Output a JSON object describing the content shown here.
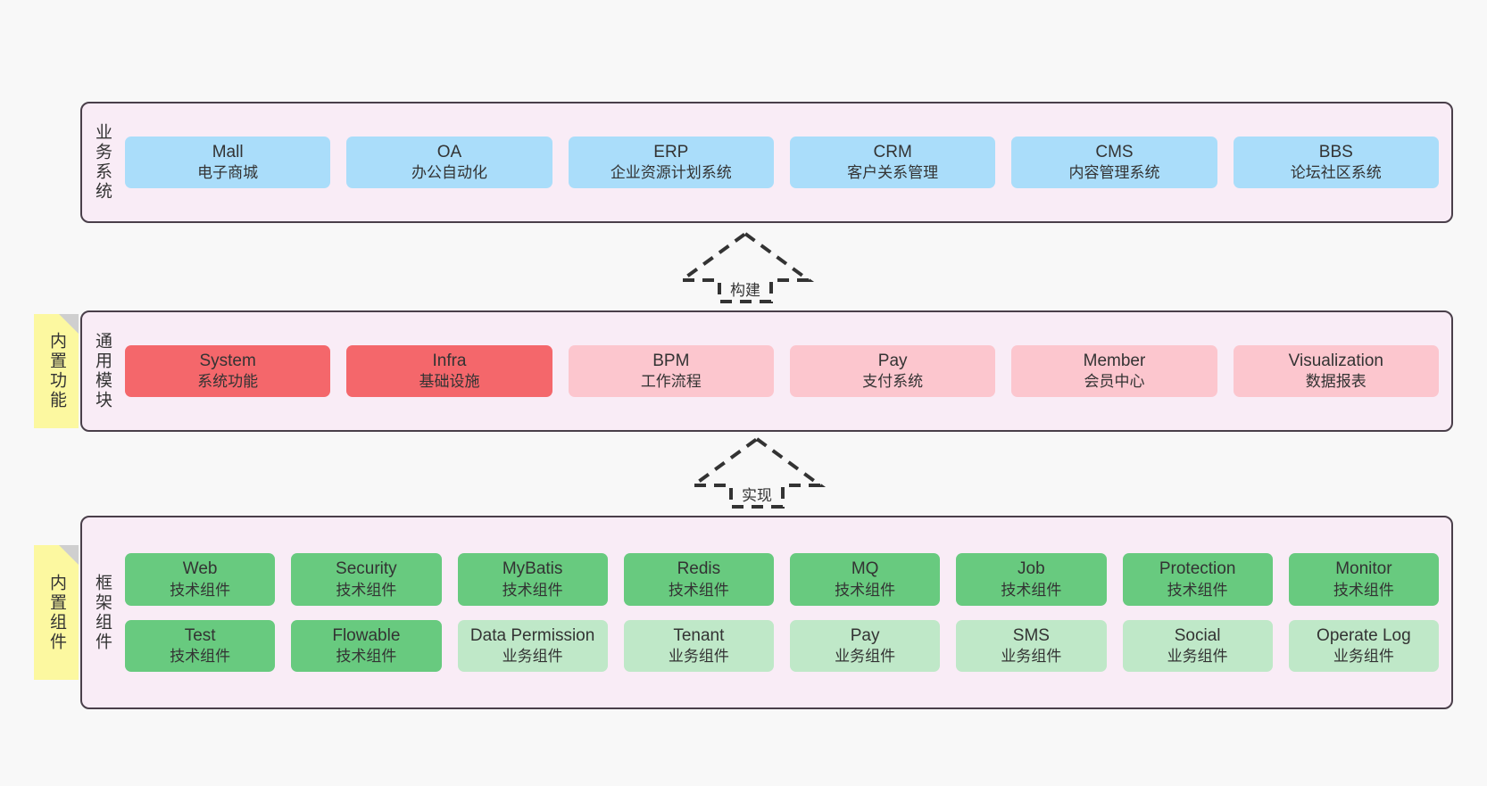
{
  "layers": [
    {
      "id": "business",
      "title": "业务系统",
      "rows": [
        {
          "style": "c-blue",
          "cells": [
            {
              "t1": "Mall",
              "t2": "电子商城"
            },
            {
              "t1": "OA",
              "t2": "办公自动化"
            },
            {
              "t1": "ERP",
              "t2": "企业资源计划系统"
            },
            {
              "t1": "CRM",
              "t2": "客户关系管理"
            },
            {
              "t1": "CMS",
              "t2": "内容管理系统"
            },
            {
              "t1": "BBS",
              "t2": "论坛社区系统"
            }
          ]
        }
      ]
    },
    {
      "id": "modules",
      "title": "通用模块",
      "rows": [
        {
          "cells": [
            {
              "t1": "System",
              "t2": "系统功能",
              "style": "c-red"
            },
            {
              "t1": "Infra",
              "t2": "基础设施",
              "style": "c-red"
            },
            {
              "t1": "BPM",
              "t2": "工作流程",
              "style": "c-pink"
            },
            {
              "t1": "Pay",
              "t2": "支付系统",
              "style": "c-pink"
            },
            {
              "t1": "Member",
              "t2": "会员中心",
              "style": "c-pink"
            },
            {
              "t1": "Visualization",
              "t2": "数据报表",
              "style": "c-pink"
            }
          ]
        }
      ]
    },
    {
      "id": "framework",
      "title": "框架组件",
      "rows": [
        {
          "cells": [
            {
              "t1": "Web",
              "t2": "技术组件",
              "style": "c-green"
            },
            {
              "t1": "Security",
              "t2": "技术组件",
              "style": "c-green"
            },
            {
              "t1": "MyBatis",
              "t2": "技术组件",
              "style": "c-green"
            },
            {
              "t1": "Redis",
              "t2": "技术组件",
              "style": "c-green"
            },
            {
              "t1": "MQ",
              "t2": "技术组件",
              "style": "c-green"
            },
            {
              "t1": "Job",
              "t2": "技术组件",
              "style": "c-green"
            },
            {
              "t1": "Protection",
              "t2": "技术组件",
              "style": "c-green"
            },
            {
              "t1": "Monitor",
              "t2": "技术组件",
              "style": "c-green"
            }
          ]
        },
        {
          "cells": [
            {
              "t1": "Test",
              "t2": "技术组件",
              "style": "c-green"
            },
            {
              "t1": "Flowable",
              "t2": "技术组件",
              "style": "c-green"
            },
            {
              "t1": "Data Permission",
              "t2": "业务组件",
              "style": "c-lightgreen"
            },
            {
              "t1": "Tenant",
              "t2": "业务组件",
              "style": "c-lightgreen"
            },
            {
              "t1": "Pay",
              "t2": "业务组件",
              "style": "c-lightgreen"
            },
            {
              "t1": "SMS",
              "t2": "业务组件",
              "style": "c-lightgreen"
            },
            {
              "t1": "Social",
              "t2": "业务组件",
              "style": "c-lightgreen"
            },
            {
              "t1": "Operate Log",
              "t2": "业务组件",
              "style": "c-lightgreen"
            }
          ]
        }
      ]
    }
  ],
  "tags": [
    {
      "id": "builtin-functions",
      "label": "内置功能"
    },
    {
      "id": "builtin-components",
      "label": "内置组件"
    }
  ],
  "arrows": [
    {
      "id": "build",
      "label": "构建"
    },
    {
      "id": "impl",
      "label": "实现"
    }
  ],
  "colors": {
    "canvas_background": "#f8f8f8",
    "layer_background": "#f9ecf6",
    "layer_border": "#4a3f4a",
    "blue": "#aaddfa",
    "red": "#f4676b",
    "pink": "#fcc6ce",
    "green": "#68ca7f",
    "light_green": "#bfe8c8",
    "tag_yellow": "#fcf8a0",
    "tag_fold": "#cfcfcf",
    "arrow_stroke": "#333333",
    "text": "#333333"
  }
}
